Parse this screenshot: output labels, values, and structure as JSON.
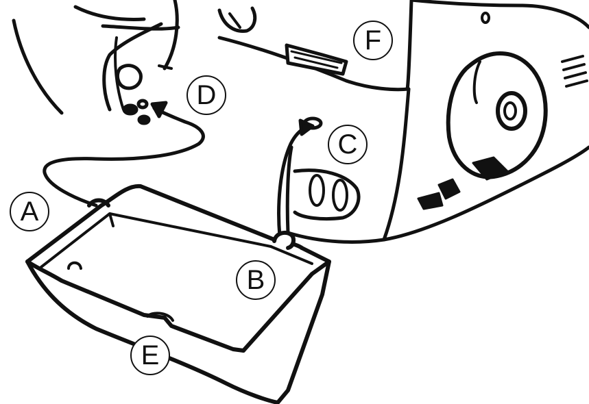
{
  "diagram": {
    "colors": {
      "line": "#111111",
      "background": "#ffffff"
    },
    "labels": {
      "a": "A",
      "b": "B",
      "c": "C",
      "d": "D",
      "e": "E",
      "f": "F"
    }
  }
}
